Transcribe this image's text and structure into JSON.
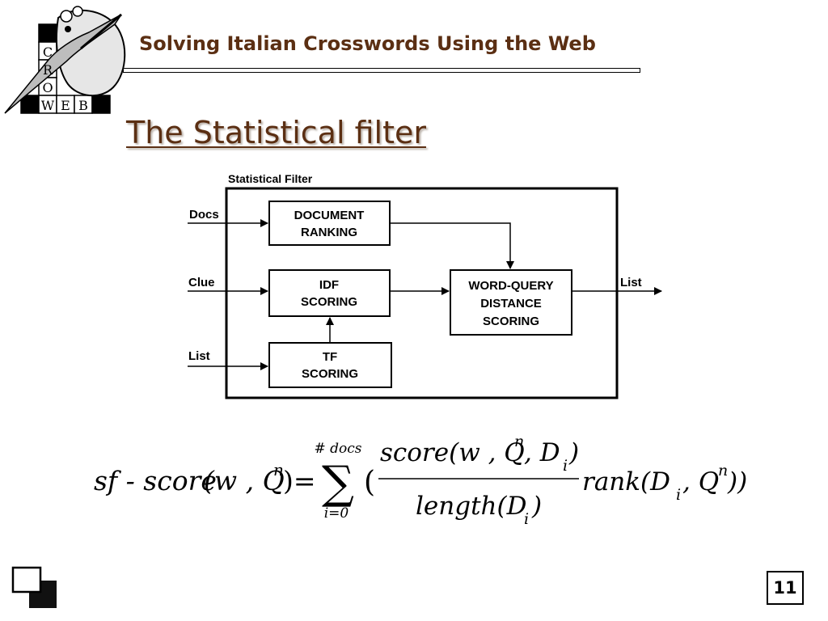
{
  "header": {
    "title": "Solving Italian Crosswords Using the Web"
  },
  "logo": {
    "letters": [
      "C",
      "R",
      "O",
      "W",
      "E",
      "B"
    ]
  },
  "section": {
    "heading": "The Statistical filter"
  },
  "diagram": {
    "container_label": "Statistical Filter",
    "inputs": {
      "docs": "Docs",
      "clue": "Clue",
      "list": "List"
    },
    "output": "List",
    "blocks": {
      "doc_ranking": [
        "DOCUMENT",
        "RANKING"
      ],
      "idf_scoring": [
        "IDF",
        "SCORING"
      ],
      "tf_scoring": [
        "TF",
        "SCORING"
      ],
      "wq_distance": [
        "WORD-QUERY",
        "DISTANCE",
        "SCORING"
      ]
    }
  },
  "formula": {
    "lhs": "sf - score",
    "lhs_args": "(w , Q",
    "sup_n": "n",
    "eq": ")=",
    "sum_upper": "# docs",
    "sum_lower": "i=0",
    "numerator": "score(w , Q",
    "num_tail": ", D",
    "sub_i": "i",
    "denominator": "length(D",
    "close_paren": ")",
    "rank": "rank(D",
    "rank_tail": ", Q",
    "end": "))",
    "open_paren": "("
  },
  "footer": {
    "page_number": "11"
  }
}
